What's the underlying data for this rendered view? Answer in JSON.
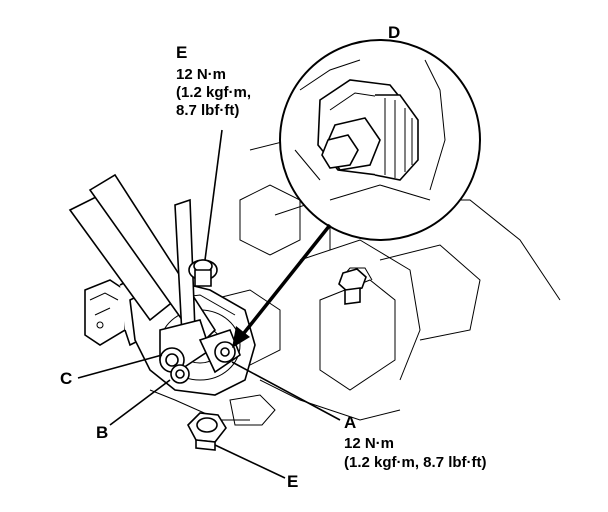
{
  "callouts": {
    "top_e": {
      "letter": "E",
      "torque": "12 N·m",
      "kgf": "(1.2 kgf·m,",
      "lbf": "8.7 lbf·ft)"
    },
    "d": {
      "letter": "D"
    },
    "c": {
      "letter": "C"
    },
    "b": {
      "letter": "B"
    },
    "a": {
      "letter": "A",
      "torque": "12 N·m",
      "full": "(1.2 kgf·m, 8.7 lbf·ft)"
    },
    "bottom_e": {
      "letter": "E"
    }
  }
}
